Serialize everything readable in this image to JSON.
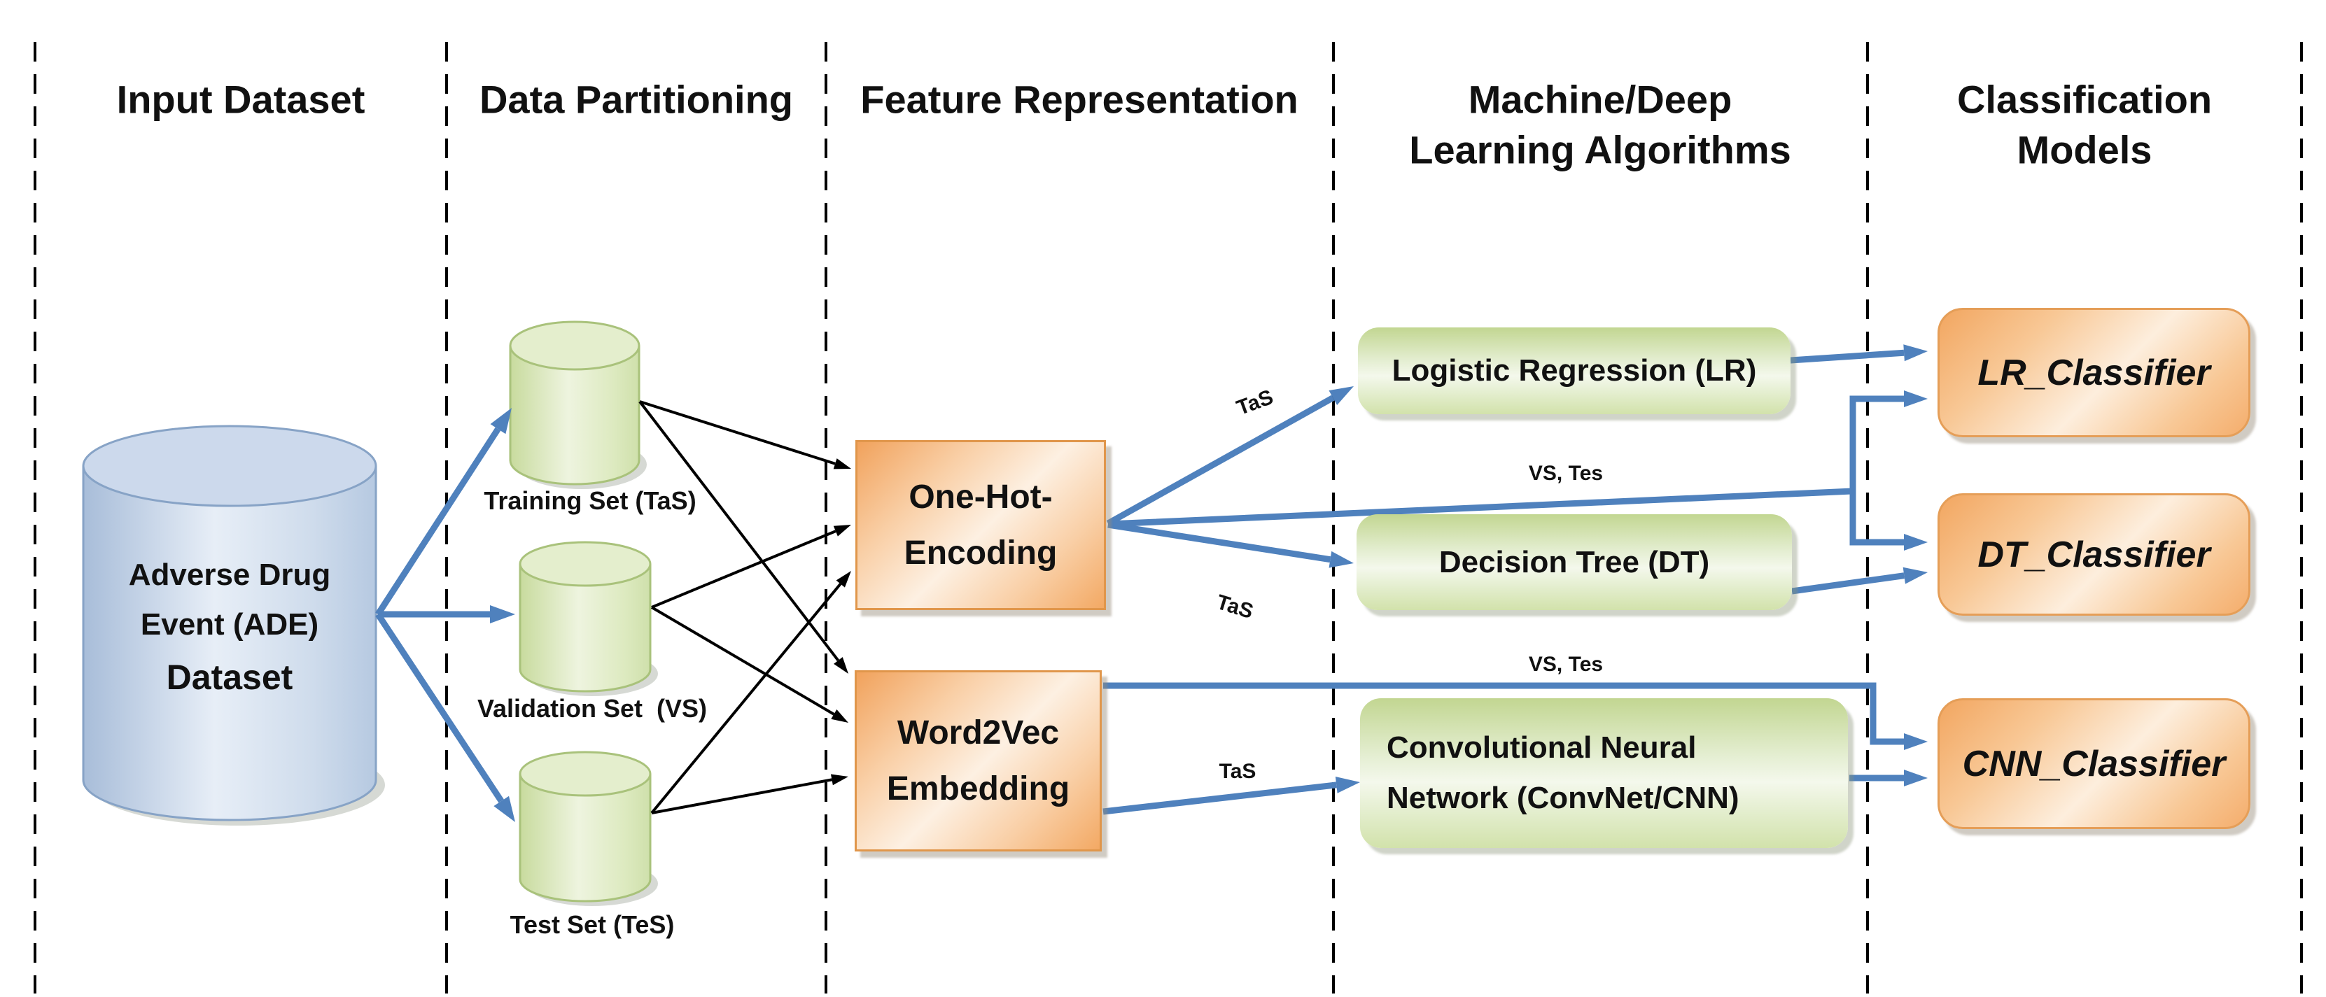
{
  "columns": [
    {
      "id": "input-dataset",
      "title": "Input Dataset"
    },
    {
      "id": "data-partitioning",
      "title": "Data Partitioning"
    },
    {
      "id": "feature-representation",
      "title": "Feature Representation"
    },
    {
      "id": "ml-algorithms",
      "title_line1": "Machine/Deep",
      "title_line2": "Learning Algorithms"
    },
    {
      "id": "classification-models",
      "title_line1": "Classification",
      "title_line2": "Models"
    }
  ],
  "dataset": {
    "line1": "Adverse Drug",
    "line2": "Event (ADE)",
    "line3": "Dataset"
  },
  "partitions": [
    {
      "label": "Training Set (TaS)"
    },
    {
      "label": "Validation Set  (VS)"
    },
    {
      "label": "Test Set (TeS)"
    }
  ],
  "features": [
    {
      "line1": "One-Hot-",
      "line2": "Encoding"
    },
    {
      "line1": "Word2Vec",
      "line2": "Embedding"
    }
  ],
  "algorithms": [
    {
      "label": "Logistic Regression (LR)"
    },
    {
      "label": "Decision Tree (DT)"
    },
    {
      "line1": "Convolutional Neural",
      "line2": "Network (ConvNet/CNN)"
    }
  ],
  "classifiers": [
    {
      "label": "LR_Classifier"
    },
    {
      "label": "DT_Classifier"
    },
    {
      "label": "CNN_Classifier"
    }
  ],
  "edge_labels": {
    "tas_lr": "TaS",
    "tas_dt": "TaS",
    "tas_cnn": "TaS",
    "vs_tes_onehot": "VS, Tes",
    "vs_tes_w2v": "VS, Tes"
  },
  "colors": {
    "connector_blue": "#4f81bd",
    "connector_black": "#000000",
    "dashed_line": "#000000",
    "orange_border": "#e0964b",
    "green_cylinder_stroke": "#a9c27b",
    "blue_cylinder_stroke": "#87a3c6"
  }
}
